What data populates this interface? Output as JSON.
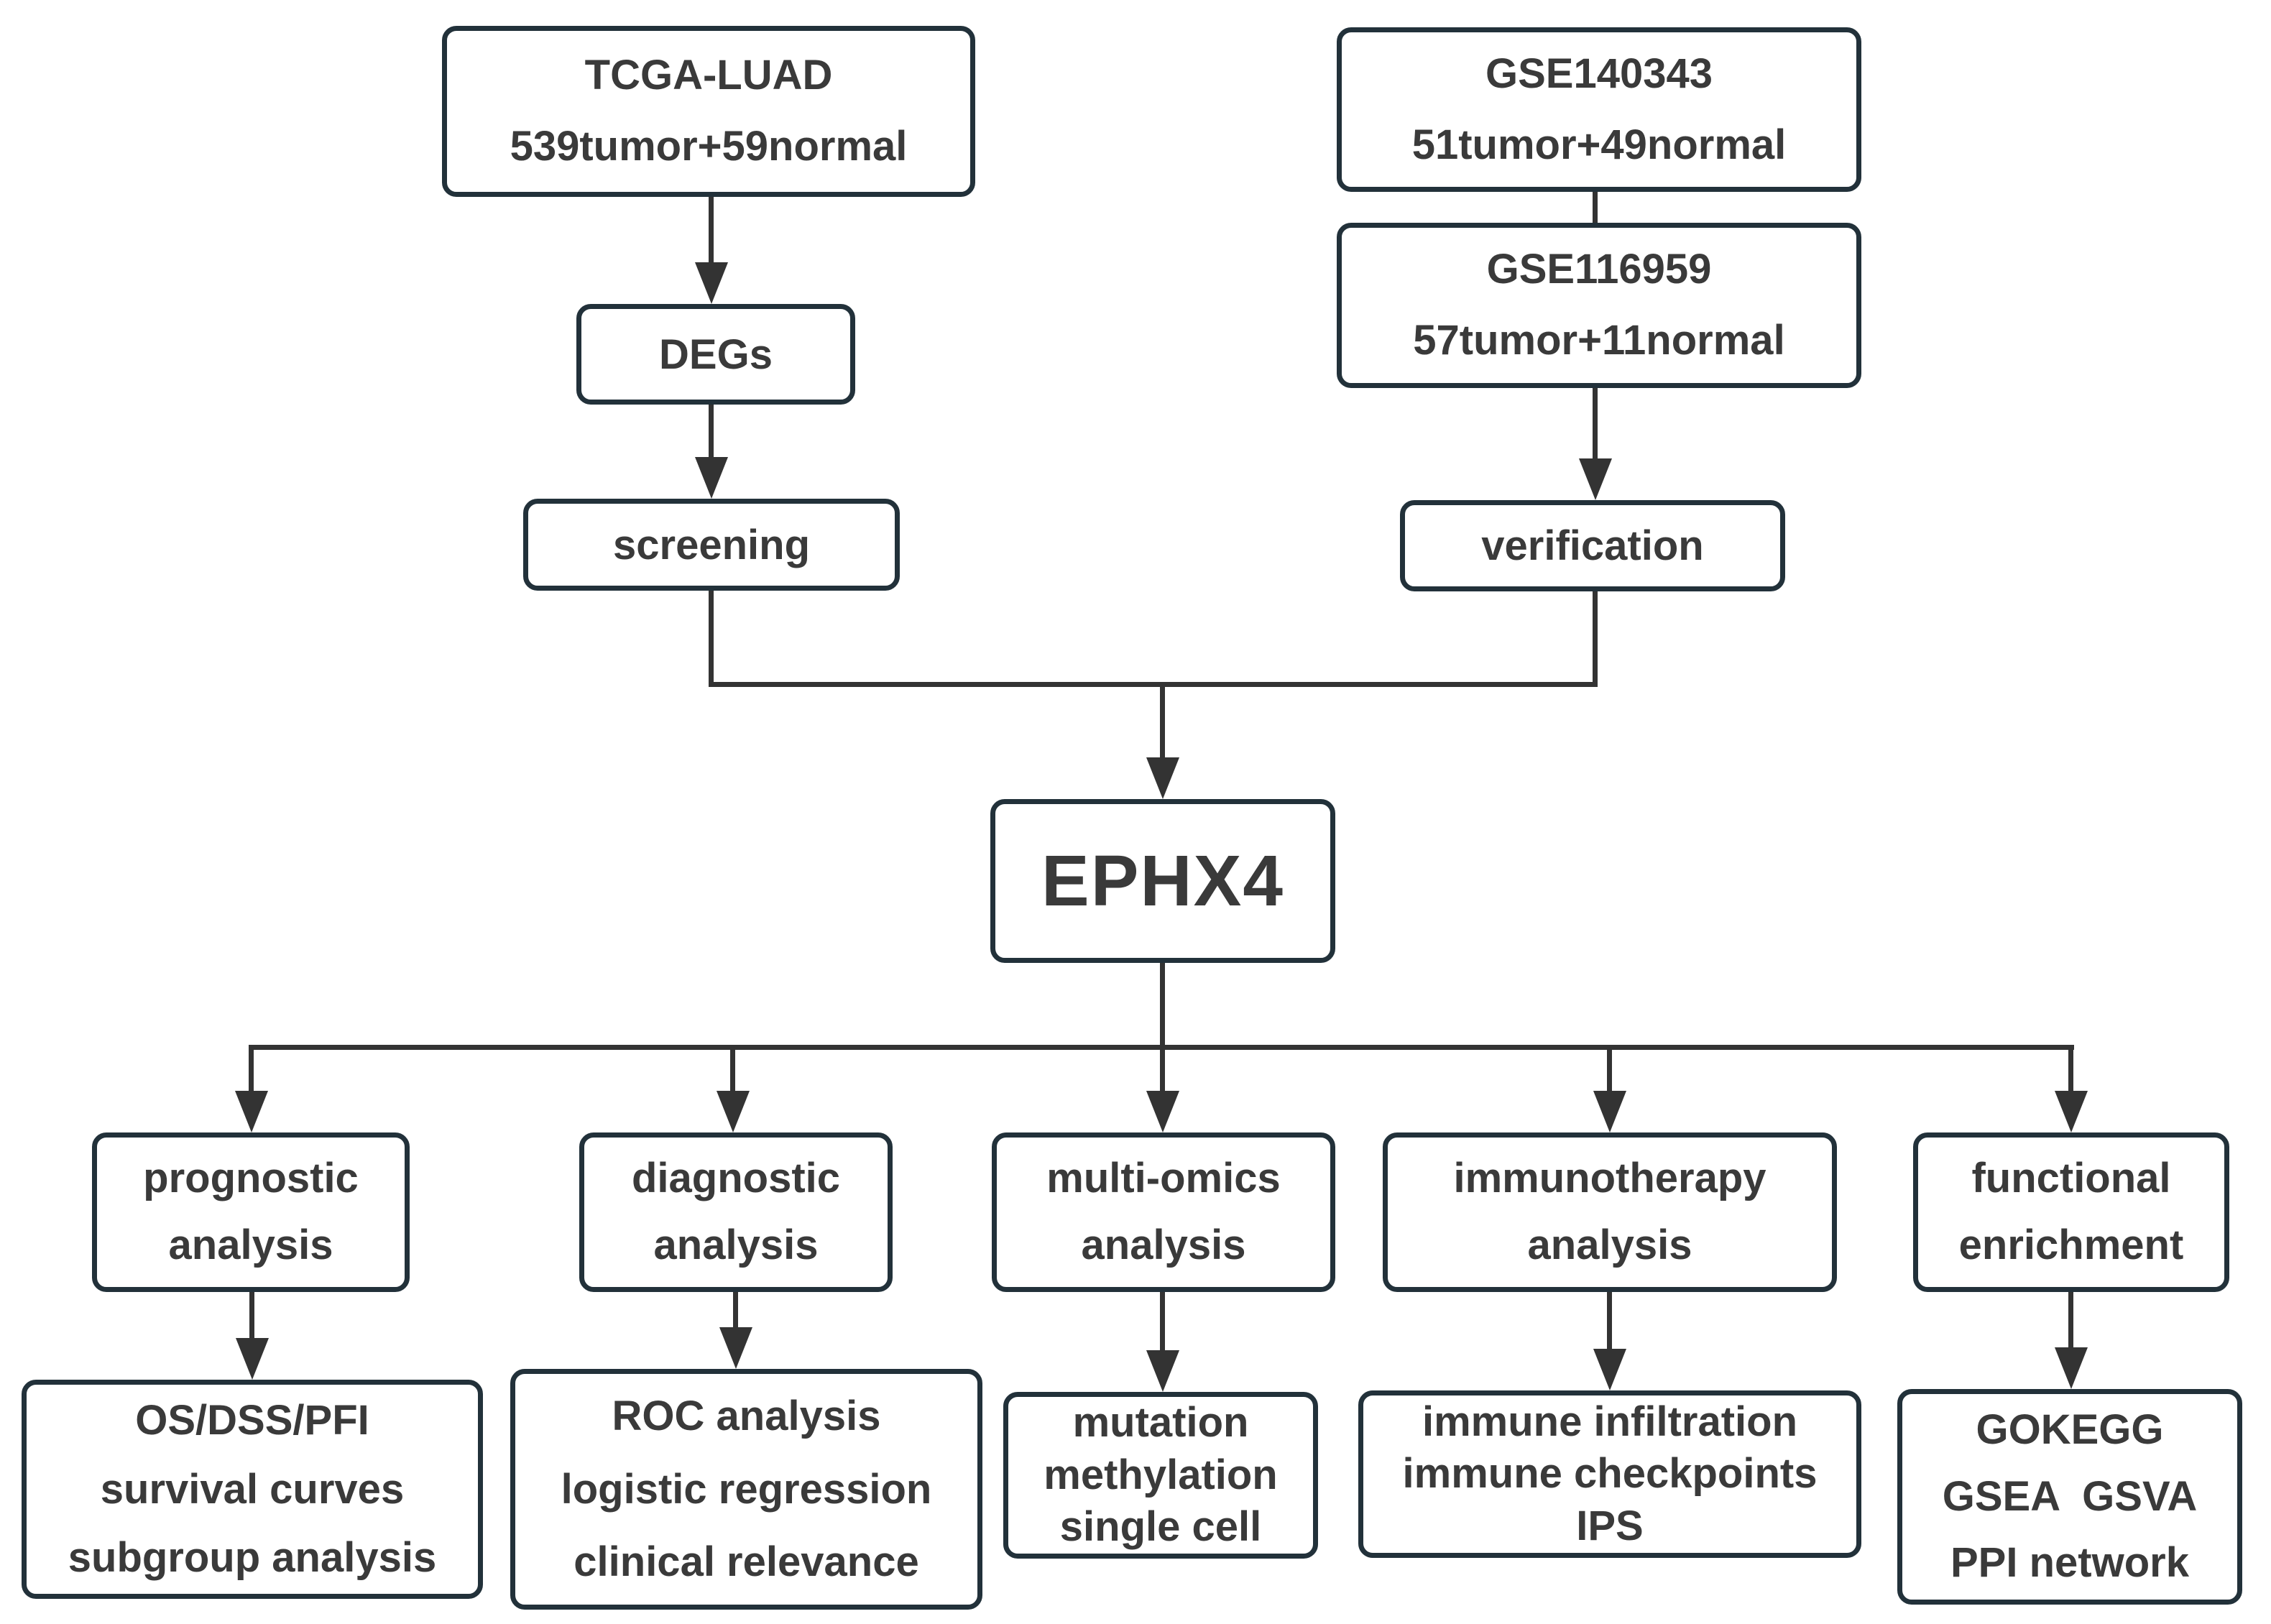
{
  "diagram_type": "flowchart",
  "appearance": {
    "box_border_color": "#22313a",
    "connector_color": "#333333",
    "text_color": "#3a3a3a",
    "background_color": "#ffffff"
  },
  "nodes": {
    "tcga": {
      "lines": [
        "TCGA-LUAD",
        "539tumor+59normal"
      ]
    },
    "gse140343": {
      "lines": [
        "GSE140343",
        "51tumor+49normal"
      ]
    },
    "gse116959": {
      "lines": [
        "GSE116959",
        "57tumor+11normal"
      ]
    },
    "degs": {
      "lines": [
        "DEGs"
      ]
    },
    "screening": {
      "lines": [
        "screening"
      ]
    },
    "verification": {
      "lines": [
        "verification"
      ]
    },
    "ephx4": {
      "lines": [
        "EPHX4"
      ]
    },
    "prognostic": {
      "lines": [
        "prognostic",
        "analysis"
      ]
    },
    "diagnostic": {
      "lines": [
        "diagnostic",
        "analysis"
      ]
    },
    "multiomics": {
      "lines": [
        "multi-omics",
        "analysis"
      ]
    },
    "immunotherapy": {
      "lines": [
        "immunotherapy",
        "analysis"
      ]
    },
    "functional": {
      "lines": [
        "functional",
        "enrichment"
      ]
    },
    "prognostic_detail": {
      "lines": [
        "OS/DSS/PFI",
        "survival curves",
        "subgroup analysis"
      ]
    },
    "diagnostic_detail": {
      "lines": [
        "ROC analysis",
        "logistic regression",
        "clinical relevance"
      ]
    },
    "multiomics_detail": {
      "lines": [
        "mutation",
        "methylation",
        "single cell"
      ]
    },
    "immunotherapy_detail": {
      "lines": [
        "immune infiltration",
        "immune checkpoints",
        "IPS"
      ]
    },
    "functional_detail": {
      "lines": [
        "GOKEGG",
        "GSEA  GSVA",
        "PPI network"
      ]
    }
  },
  "edges": [
    {
      "from": "tcga",
      "to": "degs"
    },
    {
      "from": "degs",
      "to": "screening"
    },
    {
      "from": "gse140343",
      "to": "gse116959"
    },
    {
      "from": "gse116959",
      "to": "verification"
    },
    {
      "from": "screening",
      "to": "ephx4"
    },
    {
      "from": "verification",
      "to": "ephx4"
    },
    {
      "from": "ephx4",
      "to": "prognostic"
    },
    {
      "from": "ephx4",
      "to": "diagnostic"
    },
    {
      "from": "ephx4",
      "to": "multiomics"
    },
    {
      "from": "ephx4",
      "to": "immunotherapy"
    },
    {
      "from": "ephx4",
      "to": "functional"
    },
    {
      "from": "prognostic",
      "to": "prognostic_detail"
    },
    {
      "from": "diagnostic",
      "to": "diagnostic_detail"
    },
    {
      "from": "multiomics",
      "to": "multiomics_detail"
    },
    {
      "from": "immunotherapy",
      "to": "immunotherapy_detail"
    },
    {
      "from": "functional",
      "to": "functional_detail"
    }
  ]
}
